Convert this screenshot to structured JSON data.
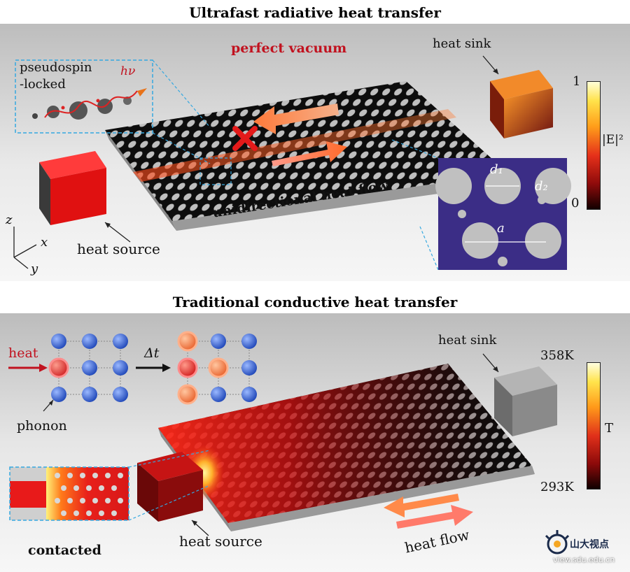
{
  "top": {
    "title": "Ultrafast radiative heat transfer",
    "vacuum_label": "perfect vacuum",
    "pseudospin_line1": "pseudospin",
    "pseudospin_line2": "-locked",
    "photon_symbol": "hν",
    "heat_sink": "heat sink",
    "heat_source": "heat source",
    "flow_label": "unidirectional heat flow",
    "colorbar": {
      "max": "1",
      "min": "0",
      "label": "|E|²"
    },
    "inset": {
      "d1": "d₁",
      "d2": "d₂",
      "a": "a"
    },
    "axes": {
      "z": "z",
      "x": "x",
      "y": "y"
    }
  },
  "bottom": {
    "title": "Traditional conductive heat transfer",
    "heat_label": "heat",
    "dt_label": "Δt",
    "phonon_label": "phonon",
    "heat_sink": "heat sink",
    "heat_source": "heat source",
    "flow_label": "heat flow",
    "contacted_label": "contacted",
    "colorbar": {
      "max": "358K",
      "min": "293K",
      "label": "T"
    }
  },
  "watermark": {
    "logo_text": "山大视点",
    "url": "view.sdu.edu.cn"
  },
  "colors": {
    "accent_red": "#c1121f",
    "inset_purple": "#3b2d86",
    "phonon_blue": "#2f5fd0",
    "dash_blue": "#35a8e0"
  }
}
